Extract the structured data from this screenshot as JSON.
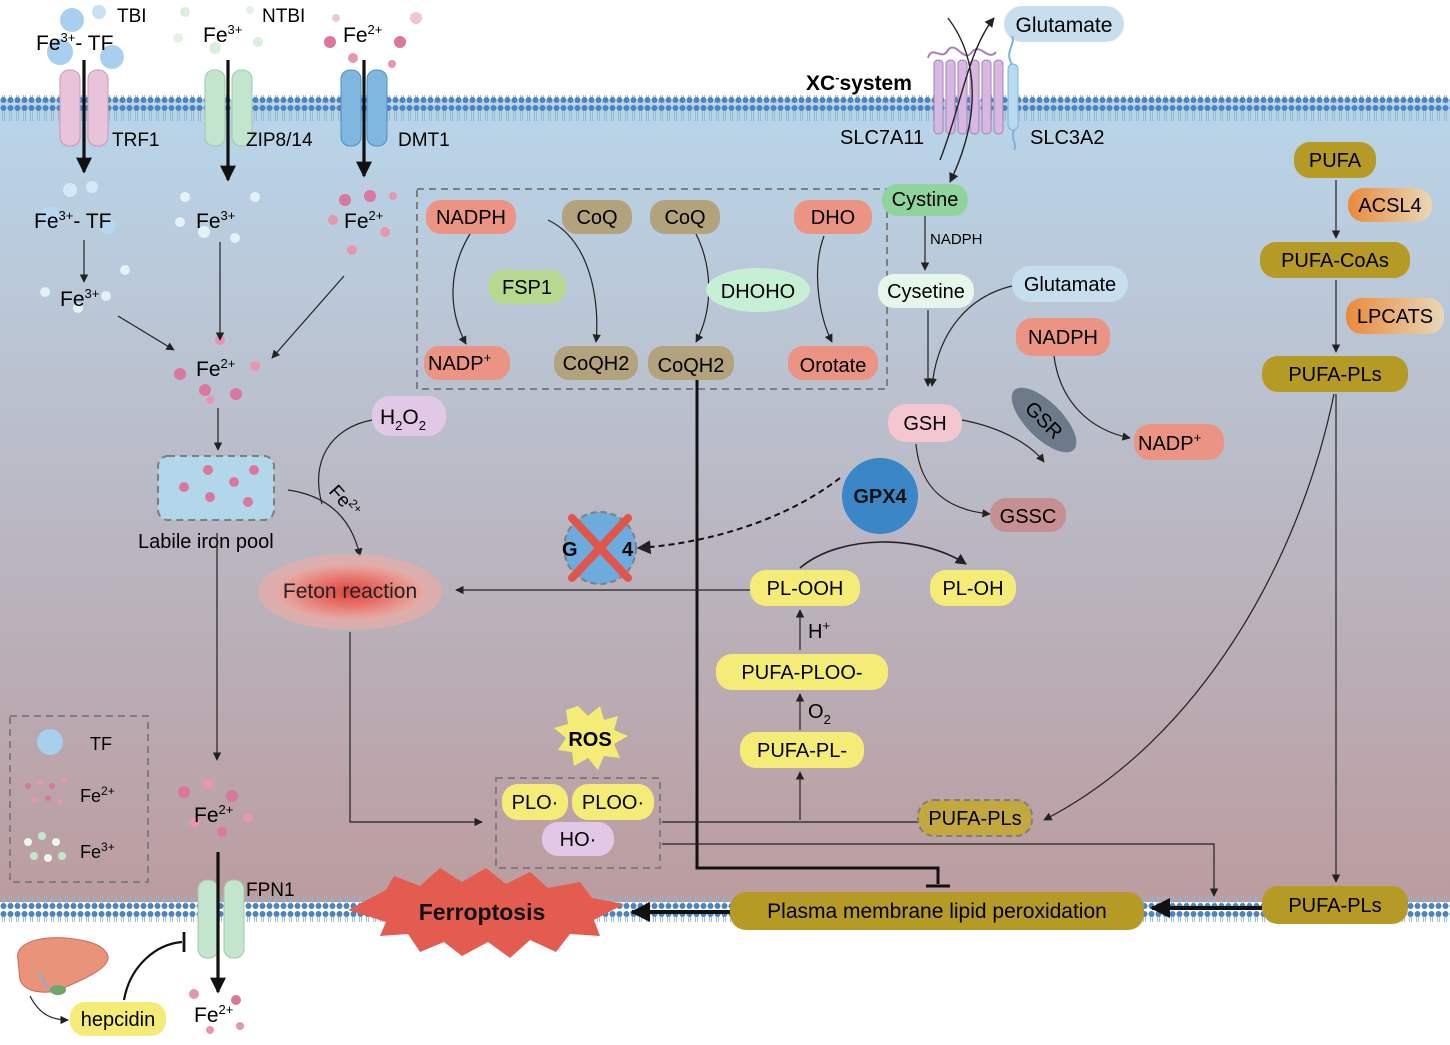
{
  "colors": {
    "cell_top": "#b9d6ea",
    "cell_bottom": "#bb9c9f",
    "salmon": "#ec9484",
    "olive": "#b59a25",
    "yellow": "#f5ec78",
    "taupe": "#b2a37c",
    "pink": "#f4c6cf",
    "lavender": "#e0c8e6",
    "mint": "#c5e9c7",
    "lightblue": "#c6deee",
    "gpx4_blue": "#3b86c6",
    "ferroptosis_red": "#e45b50"
  },
  "legend": {
    "tf": "TF",
    "fe2": "Fe",
    "fe2_sup": "2+",
    "fe3": "Fe",
    "fe3_sup": "3+"
  },
  "uptake": {
    "tbi": "TBI",
    "fe3_tf_out_a": "Fe",
    "fe3_tf_out_sup": "3+",
    "fe3_tf_out_b": "- TF",
    "ntbi": "NTBI",
    "fe3_out": "Fe",
    "fe3_out_sup": "3+",
    "fe2_out": "Fe",
    "fe2_out_sup": "2+",
    "trf1": "TRF1",
    "zip": "ZIP8/14",
    "dmt1": "DMT1",
    "fe3_tf_in_a": "Fe",
    "fe3_tf_in_sup": "3+",
    "fe3_tf_in_b": "- TF",
    "fe3_in": "Fe",
    "fe3_in_sup": "3+",
    "fe2_in": "Fe",
    "fe2_in_sup": "2+",
    "fe3_free": "Fe",
    "fe3_free_sup": "3+",
    "fe2_merge": "Fe",
    "fe2_merge_sup": "2+",
    "labile_pool": "Labile iron pool",
    "fe2_export": "Fe",
    "fe2_export_sup": "2+",
    "fpn1": "FPN1",
    "fe2_outside": "Fe",
    "fe2_outside_sup": "2+",
    "hepcidin": "hepcidin"
  },
  "fenton": {
    "h2o2_a": "H",
    "h2o2_sub1": "2",
    "h2o2_b": "O",
    "h2o2_sub2": "2",
    "fe2": "Fe",
    "fe2_sup": "2+",
    "reaction": "Feton reaction"
  },
  "fsp1_box": {
    "nadph": "NADPH",
    "nadp_a": "NADP",
    "nadp_sup": "+",
    "fsp1": "FSP1",
    "coq_1": "CoQ",
    "coqh2_1": "CoQH2",
    "coq_2": "CoQ",
    "coqh2_2": "CoQH2",
    "dhoho": "DHOHO",
    "dho": "DHO",
    "orotate": "Orotate"
  },
  "xc": {
    "glutamate_out": "Glutamate",
    "system_a": "XC",
    "system_sup": "-",
    "system_b": "system",
    "slc7a11": "SLC7A11",
    "slc3a2": "SLC3A2",
    "cystine": "Cystine",
    "nadph_small": "NADPH",
    "cysteine": "Cysetine",
    "glutamate_in": "Glutamate",
    "nadph": "NADPH",
    "nadp_a": "NADP",
    "nadp_sup": "+",
    "gsh": "GSH",
    "gsr": "GSR",
    "gssc": "GSSC",
    "gpx4": "GPX4",
    "gpx4_inh_a": "G",
    "gpx4_inh_b": "4"
  },
  "lipid": {
    "pufa": "PUFA",
    "acsl4": "ACSL4",
    "pufa_coas": "PUFA-CoAs",
    "lpcats": "LPCATS",
    "pufa_pls_1": "PUFA-PLs",
    "pl_ooh": "PL-OOH",
    "pl_oh": "PL-OH",
    "h_a": "H",
    "h_sup": "+",
    "pufa_plo": "PUFA-PLOO-",
    "o2_a": "O",
    "o2_sub": "2",
    "pufa_pl": "PUFA-PL-",
    "ros": "ROS",
    "plo": "PLO·",
    "ploo": "PLOO·",
    "ho": "HO·",
    "pufa_pls_2": "PUFA-PLs",
    "pufa_pls_3": "PUFA-PLs",
    "lipid_perox": "Plasma membrane lipid peroxidation",
    "ferroptosis": "Ferroptosis"
  }
}
